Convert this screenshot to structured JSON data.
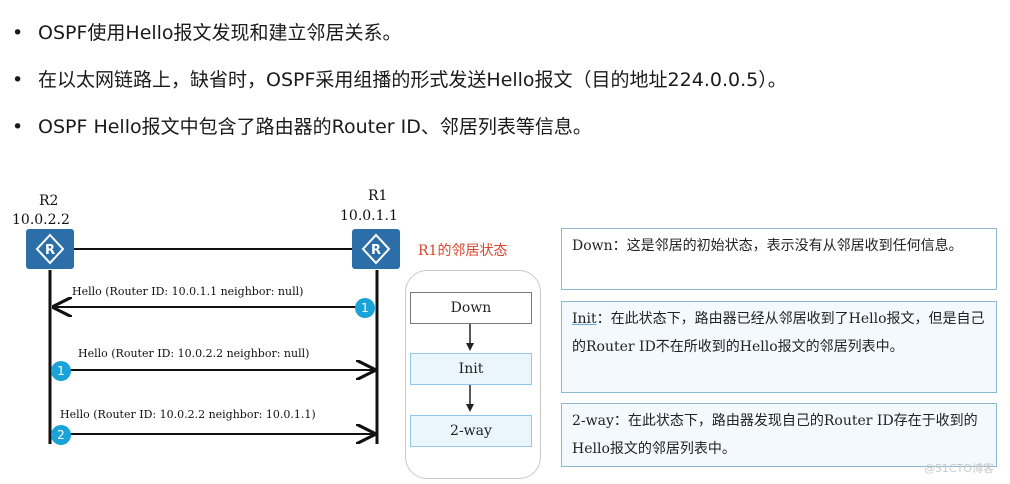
{
  "bullets": [
    {
      "marker": "•",
      "text": "OSPF使用Hello报文发现和建立邻居关系。"
    },
    {
      "marker": "•",
      "text": "在以太网链路上，缺省时，OSPF采用组播的形式发送Hello报文（目的地址224.0.0.5）。"
    },
    {
      "marker": "•",
      "text": "OSPF Hello报文中包含了路由器的Router ID、邻居列表等信息。"
    }
  ],
  "routers": {
    "r2": {
      "name": "R2",
      "ip": "10.0.2.2",
      "icon": "router-icon"
    },
    "r1": {
      "name": "R1",
      "ip": "10.0.1.1",
      "icon": "router-icon"
    }
  },
  "messages": [
    {
      "text": "Hello (Router ID: 10.0.1.1 neighbor: null)",
      "step": "1",
      "direction": "r1-to-r2"
    },
    {
      "text": "Hello (Router ID: 10.0.2.2 neighbor: null)",
      "step": "1",
      "direction": "r2-to-r1"
    },
    {
      "text": "Hello (Router ID: 10.0.2.2 neighbor: 10.0.1.1)",
      "step": "2",
      "direction": "r2-to-r1"
    }
  ],
  "state_panel": {
    "title": "R1的邻居状态",
    "states": [
      "Down",
      "Init",
      "2-way"
    ]
  },
  "descriptions": [
    {
      "term": "Down",
      "text": "：这是邻居的初始状态，表示没有从邻居收到任何信息。"
    },
    {
      "term": "Init",
      "text": "：在此状态下，路由器已经从邻居收到了Hello报文，但是自己的Router ID不在所收到的Hello报文的邻居列表中。"
    },
    {
      "term": "2-way",
      "text": "：在此状态下，路由器发现自己的Router ID存在于收到的Hello报文的邻居列表中。"
    }
  ],
  "colors": {
    "router_blue": "#2c6ea8",
    "step_badge": "#1aa3d9",
    "state_title": "#d9452d",
    "desc_border": "#8cb8d0"
  },
  "watermark": "@51CTO博客"
}
